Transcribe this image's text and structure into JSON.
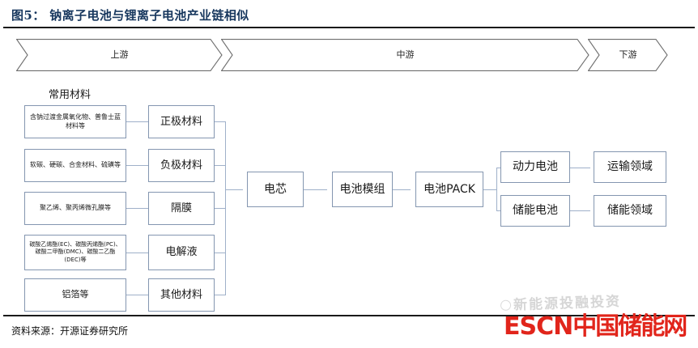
{
  "figure": {
    "title": "图5： 钠离子电池与锂离子电池产业链相似",
    "source": "资料来源：开源证券研究所"
  },
  "stages": [
    {
      "label": "上游"
    },
    {
      "label": "中游"
    },
    {
      "label": "下游"
    }
  ],
  "columns": {
    "materials_heading": "常用材料"
  },
  "raw_materials": [
    {
      "label": "含钠过渡金属氧化物、普鲁士蓝材料等"
    },
    {
      "label": "软碳、硬碳、合金材料、硫磺等"
    },
    {
      "label": "聚乙烯、聚丙烯微孔膜等"
    },
    {
      "label": "碳酸乙烯酯(EC)、碳酸丙烯酯(PC)、碳酸二甲酯(DMC)、碳酸二乙酯(DEC)等"
    },
    {
      "label": "铝箔等"
    }
  ],
  "components": [
    {
      "label": "正极材料"
    },
    {
      "label": "负极材料"
    },
    {
      "label": "隔膜"
    },
    {
      "label": "电解液"
    },
    {
      "label": "其他材料"
    }
  ],
  "midstream": [
    {
      "label": "电芯"
    },
    {
      "label": "电池模组"
    },
    {
      "label": "电池PACK"
    }
  ],
  "battery_types": [
    {
      "label": "动力电池"
    },
    {
      "label": "储能电池"
    }
  ],
  "applications": [
    {
      "label": "运输领域"
    },
    {
      "label": "储能领域"
    }
  ],
  "watermarks": {
    "grey_text": "新能源投融投资",
    "red_latin": "ESCN",
    "red_cn": "中国储能网"
  },
  "colors": {
    "title": "#17375e",
    "box_border": "#8496b0",
    "connector": "#9fb0c9",
    "arrow": "#44618f",
    "watermark_red": "#e1251b",
    "rule": "#1a1a1a"
  }
}
